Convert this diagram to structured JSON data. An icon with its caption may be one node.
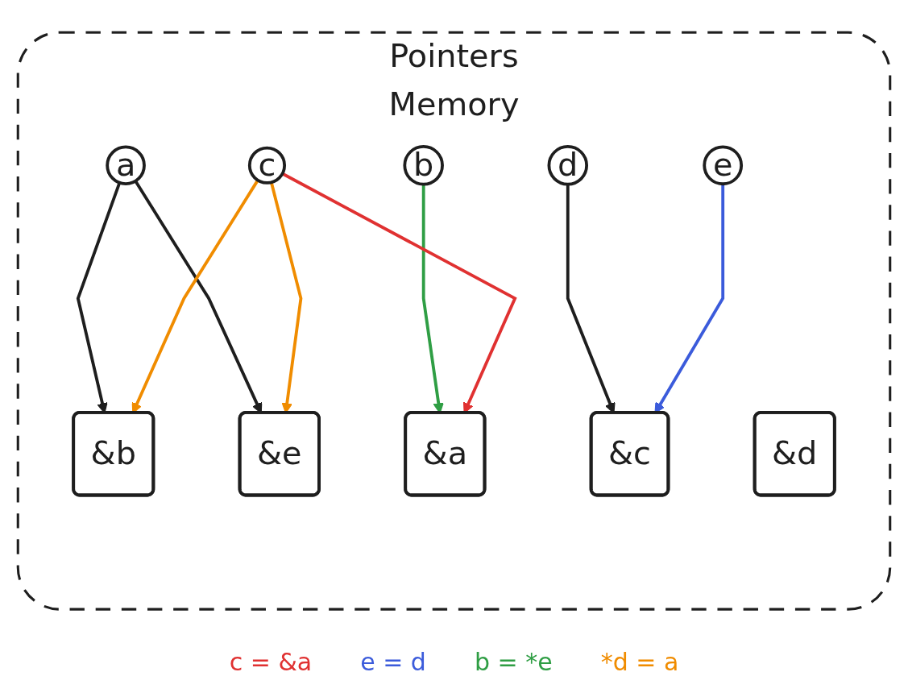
{
  "diagram": {
    "nodes": [
      {
        "text": [
          "Pointers",
          "Memory"
        ]
      },
      {
        "text": [
          "a"
        ],
        "in": 0
      },
      {
        "text": [
          "b"
        ],
        "in": 0
      },
      {
        "text": [
          "c"
        ],
        "in": 0
      },
      {
        "text": [
          "d"
        ],
        "in": 0
      },
      {
        "text": [
          "e"
        ],
        "in": 0
      },
      {
        "text": [
          "&a"
        ],
        "in": 0
      },
      {
        "text": [
          "&b"
        ],
        "in": 0
      },
      {
        "text": [
          "&c"
        ],
        "in": 0
      },
      {
        "text": [
          "&d"
        ],
        "in": 0
      },
      {
        "text": [
          "&e"
        ],
        "in": 0
      }
    ],
    "edges": [
      {
        "from": 1,
        "to": 7,
        "arrow": "to"
      },
      {
        "from": 1,
        "to": 10,
        "arrow": "to"
      },
      {
        "from": 2,
        "to": 6,
        "arrow": "to",
        "color": "#2f9e44"
      },
      {
        "from": 3,
        "to": 6,
        "arrow": "to",
        "color": "#e03131"
      },
      {
        "from": 3,
        "to": 7,
        "arrow": "to",
        "color": "#f08c00"
      },
      {
        "from": 3,
        "to": 10,
        "arrow": "to",
        "color": "#f08c00"
      },
      {
        "from": 4,
        "to": 8,
        "arrow": "to"
      },
      {
        "from": 5,
        "to": 8,
        "arrow": "to",
        "color": "#3b5bdb"
      }
    ],
    "legend": [
      {
        "text": "c = &a",
        "color": "#e03131"
      },
      {
        "text": "e = d",
        "color": "#3b5bdb"
      },
      {
        "text": "b = *e",
        "color": "#2f9e44"
      },
      {
        "text": "*d = a",
        "color": "#f08c00"
      }
    ]
  }
}
